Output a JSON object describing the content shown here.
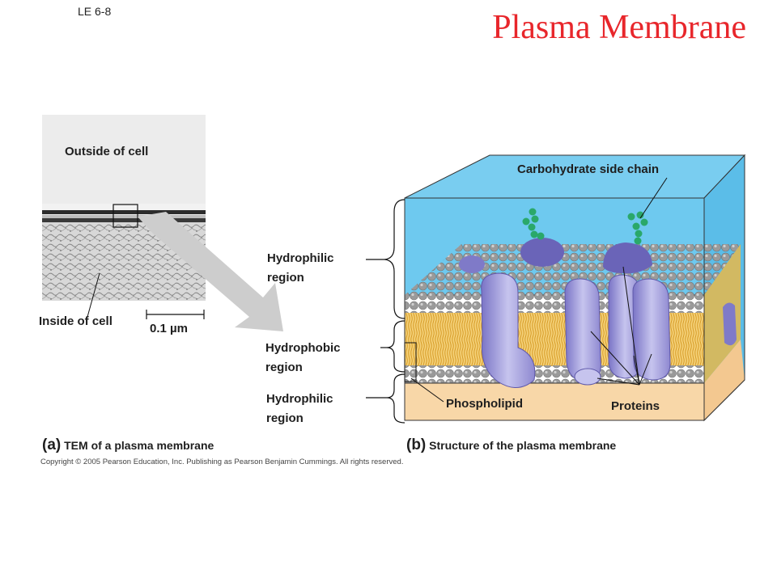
{
  "slide": {
    "id": "LE 6-8",
    "title": "Plasma Membrane"
  },
  "panel_a": {
    "outside_label": "Outside of cell",
    "inside_label": "Inside of cell",
    "scale_bar": "0.1 µm",
    "letter": "(a)",
    "caption": "TEM of a plasma membrane"
  },
  "panel_b": {
    "letter": "(b)",
    "caption": "Structure of the plasma membrane",
    "hydrophilic_top_line1": "Hydrophilic",
    "hydrophilic_top_line2": "region",
    "hydrophobic_line1": "Hydrophobic",
    "hydrophobic_line2": "region",
    "hydrophilic_bottom_line1": "Hydrophilic",
    "hydrophilic_bottom_line2": "region",
    "carbohydrate_label": "Carbohydrate side chain",
    "phospholipid_label": "Phospholipid",
    "proteins_label": "Proteins"
  },
  "colors": {
    "title": "#e8262b",
    "extracellular": "#6ec9ef",
    "cytoplasm": "#f8d7a8",
    "lipid_head": "#9a9a9a",
    "lipid_tail": "#e8b84a",
    "protein": "#b9b9e8",
    "protein_dark": "#6a64b8",
    "carbohydrate": "#2aa86a",
    "arrow": "#cccccc"
  },
  "copyright": "Copyright © 2005 Pearson Education, Inc. Publishing as Pearson Benjamin Cummings. All rights reserved."
}
